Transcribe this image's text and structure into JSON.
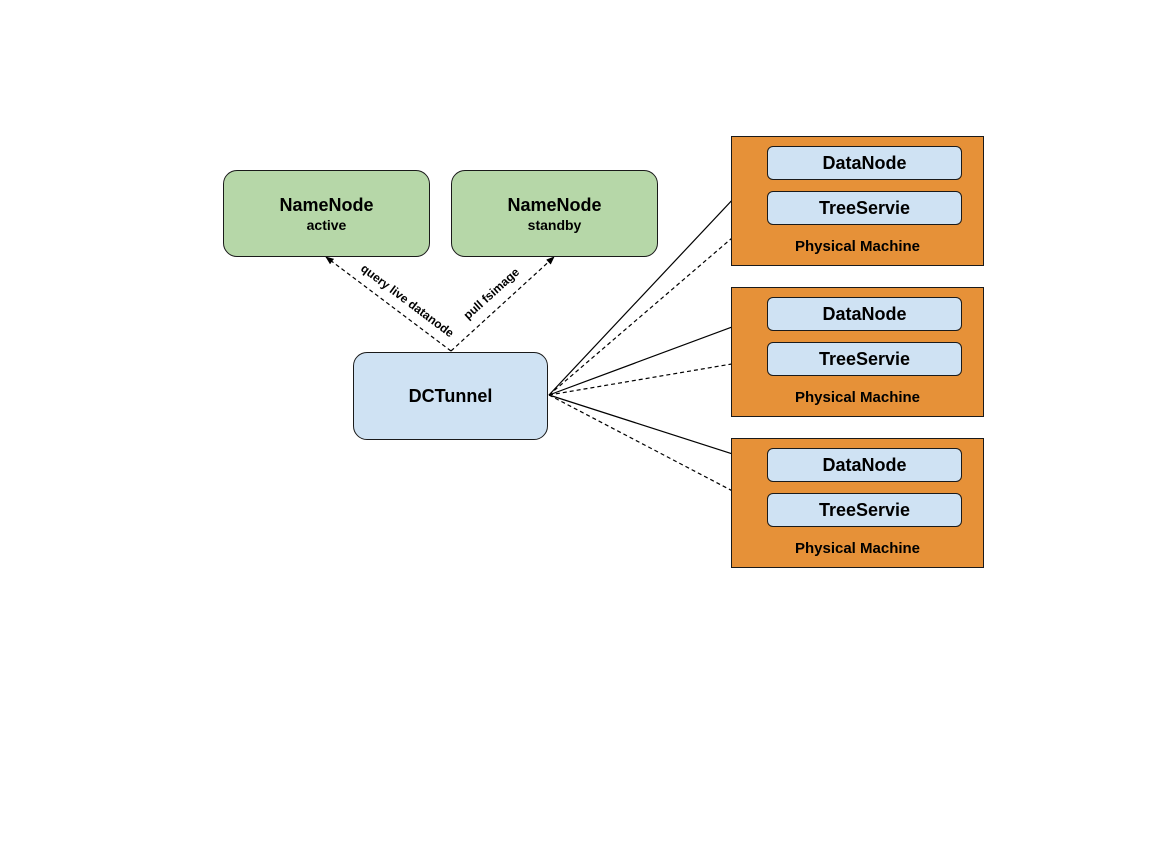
{
  "diagram": {
    "namenodes": [
      {
        "title": "NameNode",
        "subtitle": "active"
      },
      {
        "title": "NameNode",
        "subtitle": "standby"
      }
    ],
    "tunnel": {
      "label": "DCTunnel"
    },
    "machines": [
      {
        "label": "Physical Machine",
        "datanode": "DataNode",
        "treeservice": "TreeServie"
      },
      {
        "label": "Physical Machine",
        "datanode": "DataNode",
        "treeservice": "TreeServie"
      },
      {
        "label": "Physical Machine",
        "datanode": "DataNode",
        "treeservice": "TreeServie"
      }
    ],
    "edges": [
      {
        "label": "query live datanode",
        "from": "DCTunnel",
        "to": "NameNode active",
        "style": "dashed"
      },
      {
        "label": "pull fsimage",
        "from": "DCTunnel",
        "to": "NameNode standby",
        "style": "dashed"
      }
    ],
    "colors": {
      "namenode_fill": "#b6d7a8",
      "service_fill": "#cfe2f3",
      "machine_fill": "#e69138",
      "stroke": "#1a1a1a"
    }
  }
}
